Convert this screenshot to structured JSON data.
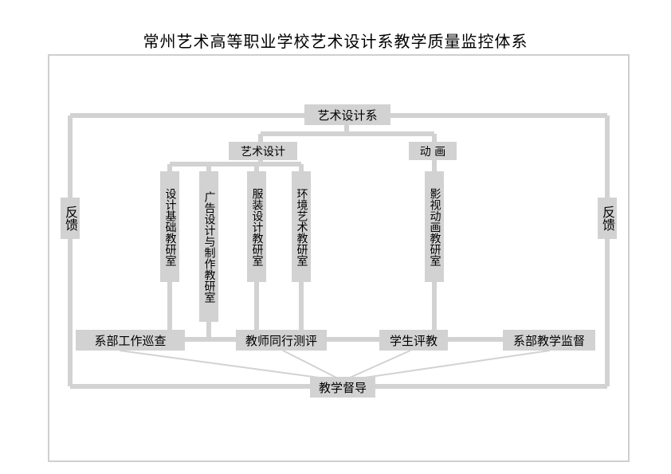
{
  "title": "常州艺术高等职业学校艺术设计系教学质量监控体系",
  "root": "艺术设计系",
  "branches": {
    "art_design": "艺术设计",
    "animation": "动 画"
  },
  "departments": {
    "design_basics": "设计基础教研室",
    "advertising": "广告设计与制作教研室",
    "fashion": "服装设计教研室",
    "environment": "环境艺术教研室",
    "film_animation": "影视动画教研室"
  },
  "evaluations": {
    "dept_inspection": "系部工作巡查",
    "peer_review": "教师同行测评",
    "student_review": "学生评教",
    "dept_supervision": "系部教学监督"
  },
  "supervision": "教学督导",
  "feedback_left": "反馈",
  "feedback_right": "反馈",
  "colors": {
    "box": "#d2d2d2",
    "line": "#d2d2d2",
    "frame": "#cfcfcf"
  }
}
